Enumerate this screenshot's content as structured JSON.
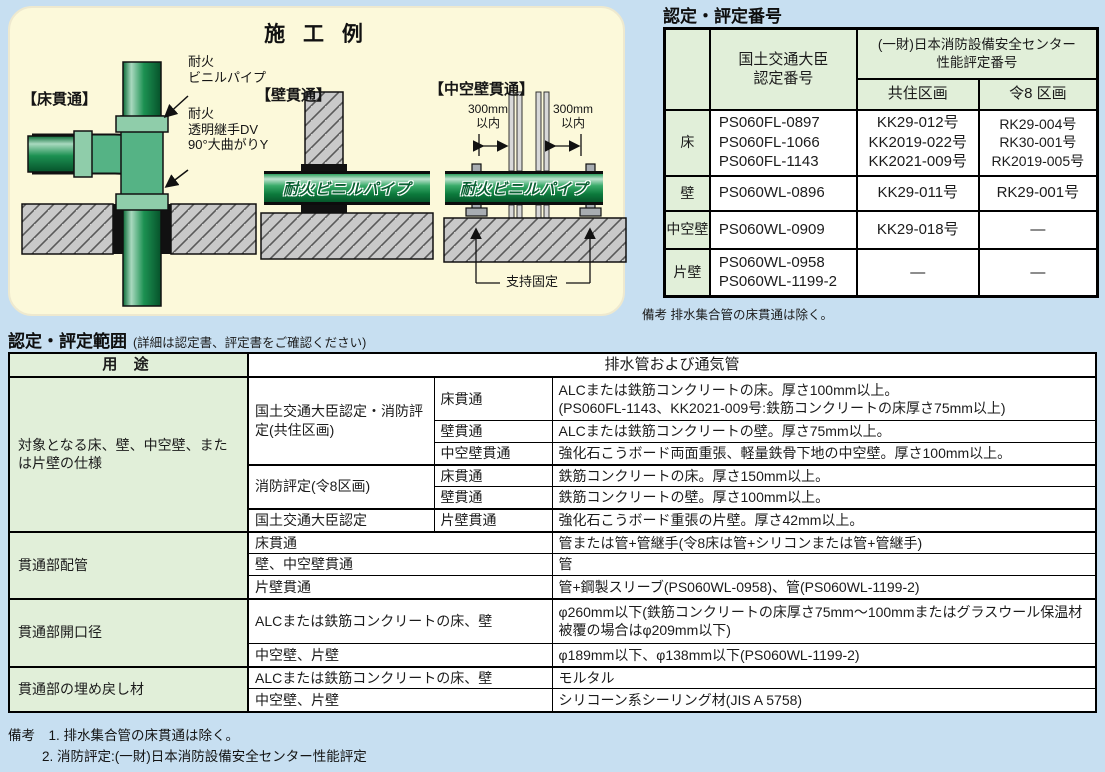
{
  "page": {
    "bg": "#c7dff1",
    "accent_green": "#e1efd9",
    "pipe_green": "#0c7a3c"
  },
  "construction_example": {
    "title": "施 工 例",
    "floor": {
      "label": "【床貫通】",
      "pipe_label": "耐火\nビニルパイプ",
      "fitting_label": "耐火\n透明継手DV\n90°大曲がりY"
    },
    "wall": {
      "label": "【壁貫通】",
      "pipe_banner": "耐火ビニルパイプ"
    },
    "hollow_wall": {
      "label": "【中空壁貫通】",
      "dim_left": "300mm\n以内",
      "dim_right": "300mm\n以内",
      "pipe_banner": "耐火ビニルパイプ",
      "support_label": "支持固定"
    }
  },
  "cert_table": {
    "title": "認定・評定番号",
    "col_mlit": "国土交通大臣\n認定番号",
    "col_center": "(一財)日本消防設備安全センター\n性能評定番号",
    "col_kyoju": "共住区画",
    "col_rei8": "令8 区画",
    "rows": [
      {
        "label": "床",
        "mlit": "PS060FL-0897\nPS060FL-1066\nPS060FL-1143",
        "kyoju": "KK29-012号\nKK2019-022号\nKK2021-009号",
        "rei8": "RK29-004号\nRK30-001号\nRK2019-005号"
      },
      {
        "label": "壁",
        "mlit": "PS060WL-0896",
        "kyoju": "KK29-011号",
        "rei8": "RK29-001号"
      },
      {
        "label": "中空壁",
        "mlit": "PS060WL-0909",
        "kyoju": "KK29-018号",
        "rei8": "—"
      },
      {
        "label": "片壁",
        "mlit": "PS060WL-0958\nPS060WL-1199-2",
        "kyoju": "—",
        "rei8": "—"
      }
    ],
    "note": "備考 排水集合管の床貫通は除く。"
  },
  "scope_table": {
    "title": "認定・評定範囲",
    "subtitle": "(詳細は認定書、評定書をご確認ください)",
    "header_usage": "用 途",
    "header_pipes": "排水管および通気管",
    "spec_label": "対象となる床、壁、中空壁、または片壁の仕様",
    "cert1": "国土交通大臣認定・消防評定(共住区画)",
    "cert2": "消防評定(令8区画)",
    "cert3": "国土交通大臣認定",
    "spec_rows": [
      {
        "type": "床貫通",
        "desc": "ALCまたは鉄筋コンクリートの床。厚さ100mm以上。\n(PS060FL-1143、KK2021-009号:鉄筋コンクリートの床厚さ75mm以上)"
      },
      {
        "type": "壁貫通",
        "desc": "ALCまたは鉄筋コンクリートの壁。厚さ75mm以上。"
      },
      {
        "type": "中空壁貫通",
        "desc": "強化石こうボード両面重張、軽量鉄骨下地の中空壁。厚さ100mm以上。"
      },
      {
        "type": "床貫通",
        "desc": "鉄筋コンクリートの床。厚さ150mm以上。"
      },
      {
        "type": "壁貫通",
        "desc": "鉄筋コンクリートの壁。厚さ100mm以上。"
      },
      {
        "type": "片壁貫通",
        "desc": "強化石こうボード重張の片壁。厚さ42mm以上。"
      }
    ],
    "piping_label": "貫通部配管",
    "piping_rows": [
      {
        "type": "床貫通",
        "desc": "管または管+管継手(令8床は管+シリコンまたは管+管継手)"
      },
      {
        "type": "壁、中空壁貫通",
        "desc": "管"
      },
      {
        "type": "片壁貫通",
        "desc": "管+鋼製スリーブ(PS060WL-0958)、管(PS060WL-1199-2)"
      }
    ],
    "opening_label": "貫通部開口径",
    "opening_rows": [
      {
        "type": "ALCまたは鉄筋コンクリートの床、壁",
        "desc": "φ260mm以下(鉄筋コンクリートの床厚さ75mm〜100mmまたはグラスウール保温材被覆の場合はφ209mm以下)"
      },
      {
        "type": "中空壁、片壁",
        "desc": "φ189mm以下、φ138mm以下(PS060WL-1199-2)"
      }
    ],
    "backfill_label": "貫通部の埋め戻し材",
    "backfill_rows": [
      {
        "type": "ALCまたは鉄筋コンクリートの床、壁",
        "desc": "モルタル"
      },
      {
        "type": "中空壁、片壁",
        "desc": "シリコーン系シーリング材(JIS A 5758)"
      }
    ],
    "notes": [
      "備考　1. 排水集合管の床貫通は除く。",
      "2. 消防評定:(一財)日本消防設備安全センター性能評定"
    ]
  }
}
